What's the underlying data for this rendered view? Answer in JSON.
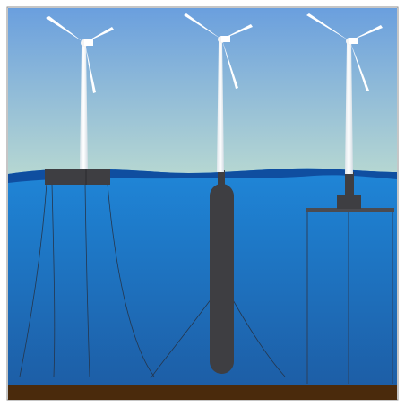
{
  "diagram": {
    "kind": "floating-offshore-wind-turbine-foundations",
    "turbines": [
      {
        "foundation": "semi-submersible-barge",
        "mooring": "catenary-lines"
      },
      {
        "foundation": "spar-buoy",
        "mooring": "catenary-lines"
      },
      {
        "foundation": "tension-leg-platform",
        "mooring": "vertical-tendons"
      }
    ],
    "colors": {
      "sky_top": "#6a9fde",
      "sky_bottom": "#b6d7d2",
      "sea_top": "#1f86d8",
      "sea_bottom": "#1d5ea6",
      "wave": "#0f4ea0",
      "seabed": "#4a2a0c",
      "platform": "#3e3e42",
      "tower": "#ffffff",
      "frame": "#8e8e8e"
    }
  }
}
